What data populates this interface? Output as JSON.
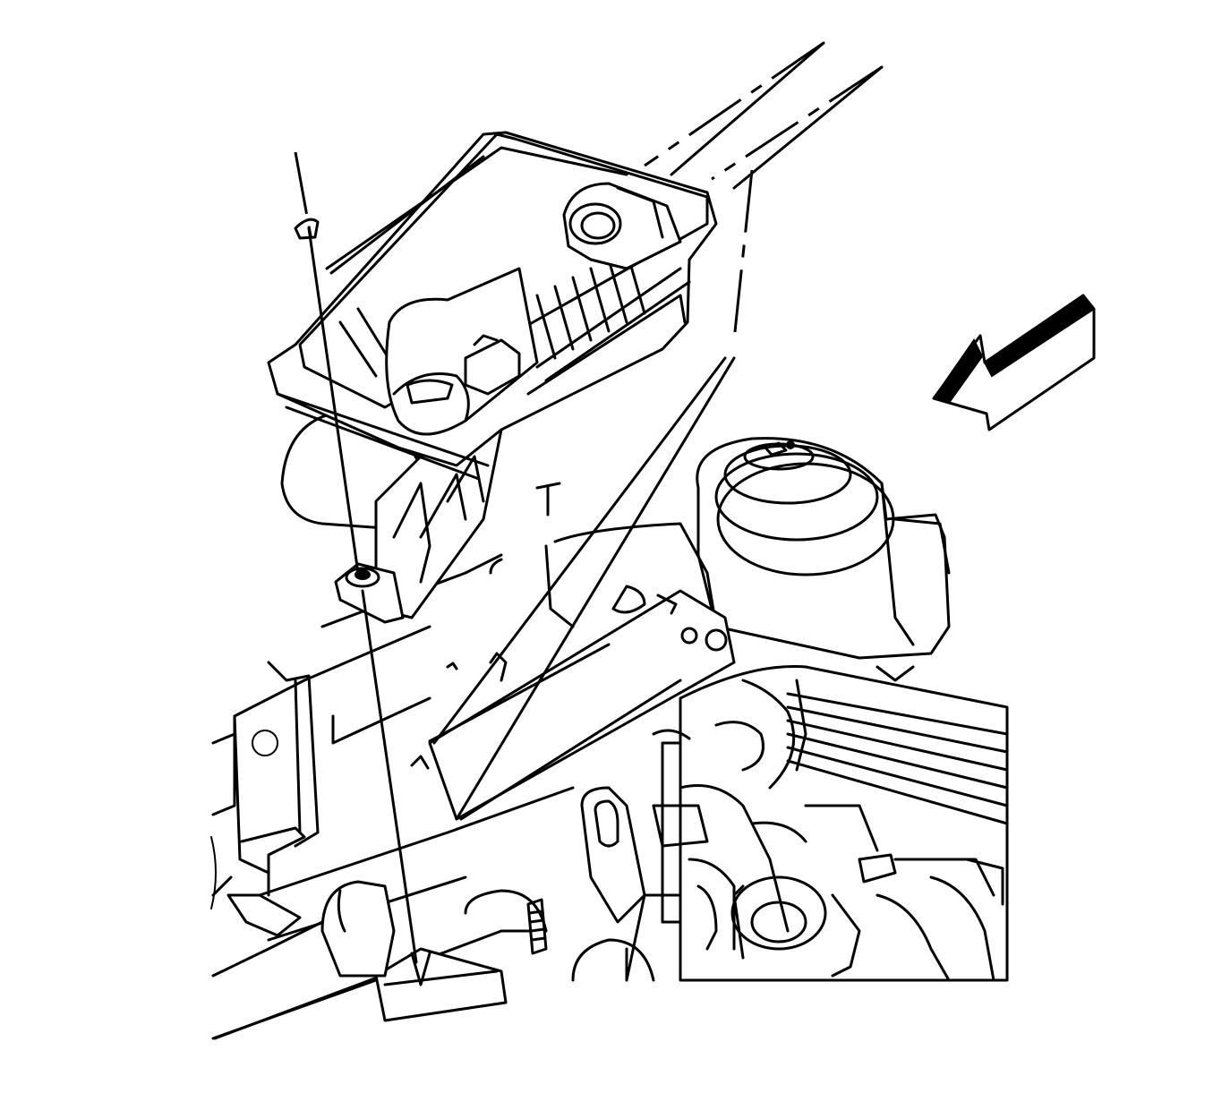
{
  "diagram": {
    "parts": [
      {
        "name": "air-cleaner-assembly"
      },
      {
        "name": "mounting-bolt-front"
      },
      {
        "name": "mounting-bolt-rear"
      },
      {
        "name": "engine-assembly"
      },
      {
        "name": "strut-tower"
      },
      {
        "name": "direction-arrow",
        "icon": "arrow-left-icon"
      }
    ],
    "colors": {
      "line": "#000000",
      "background": "#ffffff"
    }
  }
}
